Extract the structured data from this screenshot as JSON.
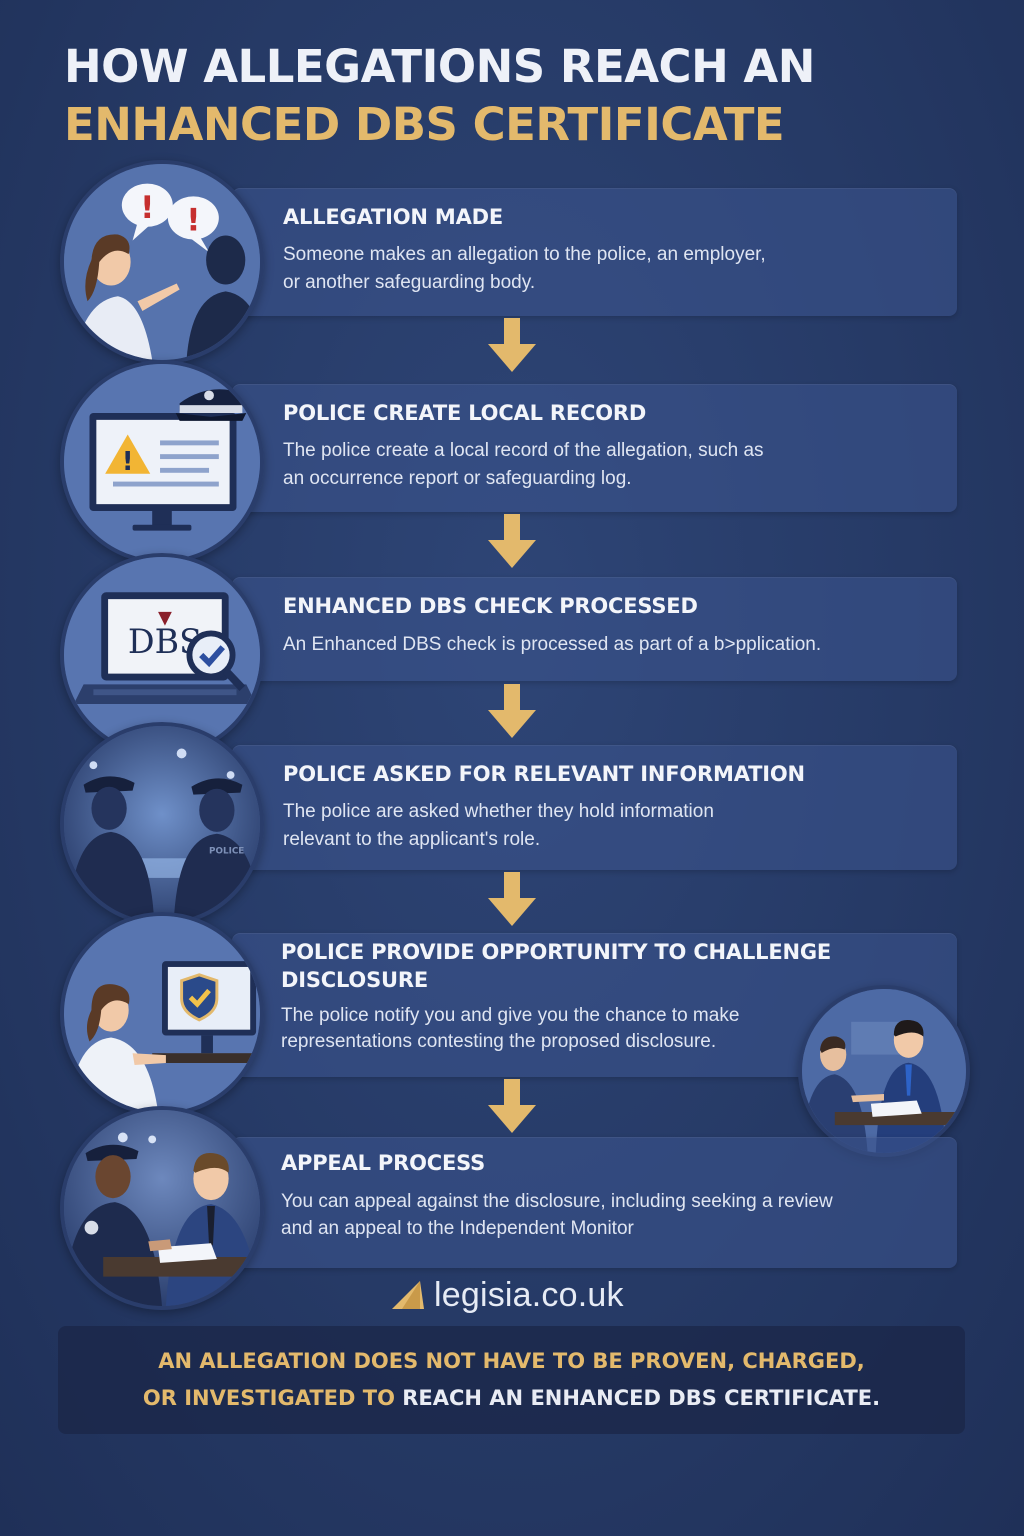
{
  "title": {
    "line1": "HOW ALLEGATIONS REACH AN",
    "line2": "ENHANCED DBS CERTIFICATE"
  },
  "steps": [
    {
      "heading": "ALLEGATION MADE",
      "lines": [
        "Someone makes an allegation to the police, an employer,",
        "or another safeguarding body."
      ],
      "icon": "people-arguing-icon"
    },
    {
      "heading": "POLICE CREATE LOCAL RECORD",
      "lines": [
        "The police create a local record of the allegation, such as",
        "an occurrence report or safeguarding log."
      ],
      "icon": "police-monitor-warning-icon"
    },
    {
      "heading": "ENHANCED DBS CHECK PROCESSED",
      "lines": [
        "An Enhanced DBS check is processed as part of a b>pplication."
      ],
      "icon": "dbs-laptop-icon",
      "icon_label": "DBS"
    },
    {
      "heading": "POLICE ASKED FOR RELEVANT INFORMATION",
      "lines": [
        "The police are asked whether they hold information",
        "relevant to the applicant's role."
      ],
      "icon": "police-officers-icon",
      "icon_label": "POLICE"
    },
    {
      "heading_lines": [
        "POLICE PROVIDE OPPORTUNITY TO CHALLENGE",
        "DISCLOSURE"
      ],
      "lines": [
        "The police notify you and give you the chance to make",
        "representations contesting the proposed disclosure."
      ],
      "icon": "person-at-computer-shield-icon",
      "extra_icon": "meeting-handshake-icon"
    },
    {
      "heading": "APPEAL PROCESS",
      "lines": [
        "You can appeal against the disclosure, including seeking a review",
        "and an appeal to the Independent Monitor"
      ],
      "icon": "officer-and-applicant-icon"
    }
  ],
  "logo": {
    "text": "legisia.co.uk"
  },
  "footer": {
    "line1": "AN ALLEGATION DOES NOT HAVE TO BE PROVEN, CHARGED,",
    "line2_gold": "OR INVESTIGATED TO ",
    "line2_light": "REACH AN ENHANCED DBS CERTIFICATE."
  },
  "colors": {
    "background": "#263a66",
    "accent_gold": "#e3b96c",
    "card": "#3a528a"
  }
}
